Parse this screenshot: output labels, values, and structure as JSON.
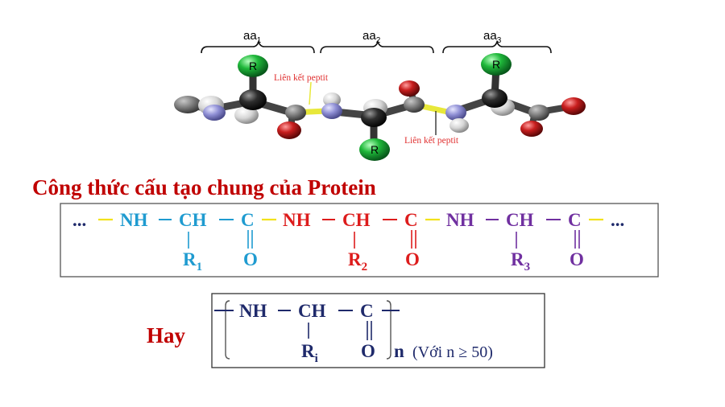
{
  "molecule": {
    "aa_labels": [
      {
        "base": "aa",
        "sub": "1"
      },
      {
        "base": "aa",
        "sub": "2"
      },
      {
        "base": "aa",
        "sub": "3"
      }
    ],
    "r_group_label": "R",
    "peptide_bond_label": "Liên kết peptit",
    "colors": {
      "carbon": "#222222",
      "hydrogen": "#d8d8d8",
      "nitrogen": "#9090d0",
      "oxygen": "#c81e1e",
      "r_group": "#1fb83a",
      "peptide_bond": "#e8e83a",
      "label_red": "#e03030"
    }
  },
  "title": "Công thức cấu tạo chung của Protein",
  "chain": {
    "ellipsis": "...",
    "units": [
      {
        "nh": "NH",
        "ch": "CH",
        "c": "C",
        "o": "O",
        "r": "R",
        "r_sub": "1",
        "color": "#1f9bd0"
      },
      {
        "nh": "NH",
        "ch": "CH",
        "c": "C",
        "o": "O",
        "r": "R",
        "r_sub": "2",
        "color": "#dd1c1c"
      },
      {
        "nh": "NH",
        "ch": "CH",
        "c": "C",
        "o": "O",
        "r": "R",
        "r_sub": "3",
        "color": "#7030a0"
      }
    ],
    "bond_yellow": "#f2e21b",
    "ellipsis_color": "#1f2a6b"
  },
  "general": {
    "hay_label": "Hay",
    "nh": "NH",
    "ch": "CH",
    "c": "C",
    "o": "O",
    "r": "R",
    "r_sub": "i",
    "n_label": "n",
    "condition": "(Với n ≥ 50)",
    "color": "#1f2a6b"
  }
}
